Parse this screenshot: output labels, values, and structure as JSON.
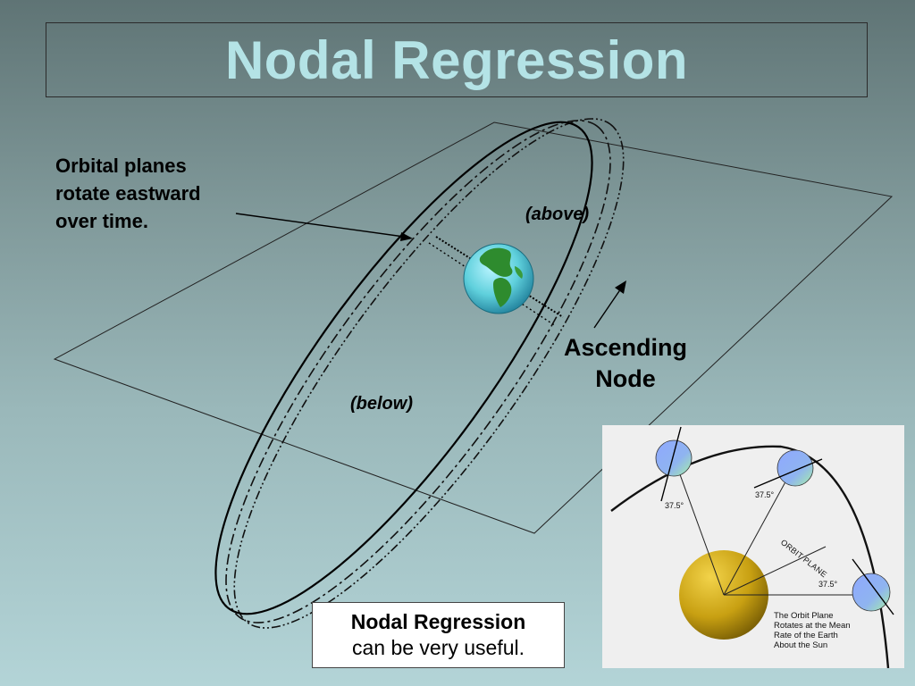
{
  "title": "Nodal Regression",
  "labels": {
    "orbital_planes": [
      "Orbital planes",
      "rotate eastward",
      "over time."
    ],
    "above": "(above)",
    "below": "(below)",
    "ascending_node": [
      "Ascending",
      "Node"
    ]
  },
  "caption": {
    "bold": "Nodal Regression",
    "text": "can be very useful."
  },
  "inset": {
    "angles": [
      "37.5°",
      "37.5°",
      "37.5°"
    ],
    "orbit_plane": "ORBIT PLANE",
    "note": [
      "The Orbit Plane",
      "Rotates at the Mean",
      "Rate of the Earth",
      "About the Sun"
    ]
  },
  "colors": {
    "title": "#b4e3e6",
    "sun": "#c8a012",
    "earth_globe": "#5fd0dc",
    "land": "#2e8b2e",
    "small_earth": "#8fa8ff"
  },
  "icons": {
    "earth": "earth-globe-icon",
    "sun": "sun-icon"
  }
}
